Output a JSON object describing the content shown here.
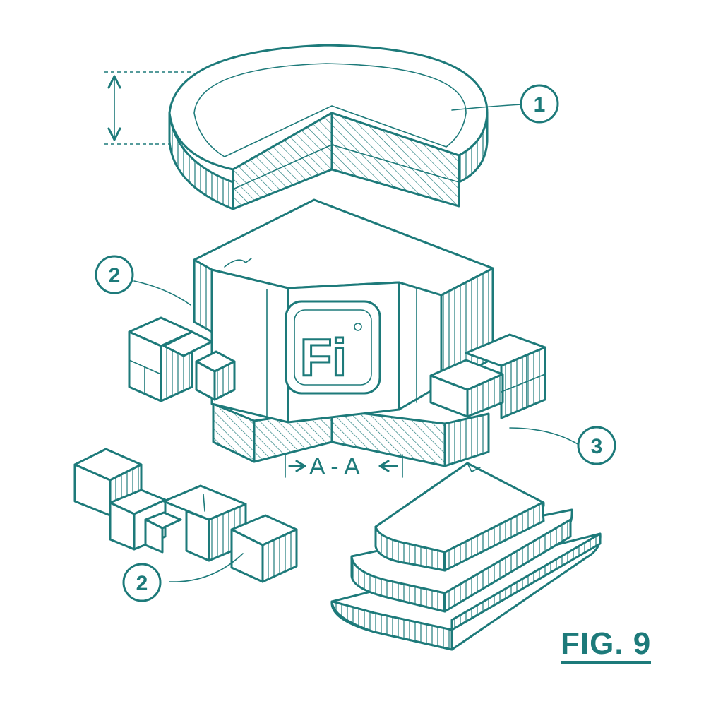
{
  "figure": {
    "label": "FIG. 9",
    "section_marker": "A - A",
    "logo_text": "Fi",
    "colors": {
      "ink": "#1d7a7a",
      "paper": "#ffffff"
    }
  },
  "callouts": [
    {
      "number": "1"
    },
    {
      "number": "2"
    },
    {
      "number": "3"
    },
    {
      "number": "2"
    }
  ]
}
